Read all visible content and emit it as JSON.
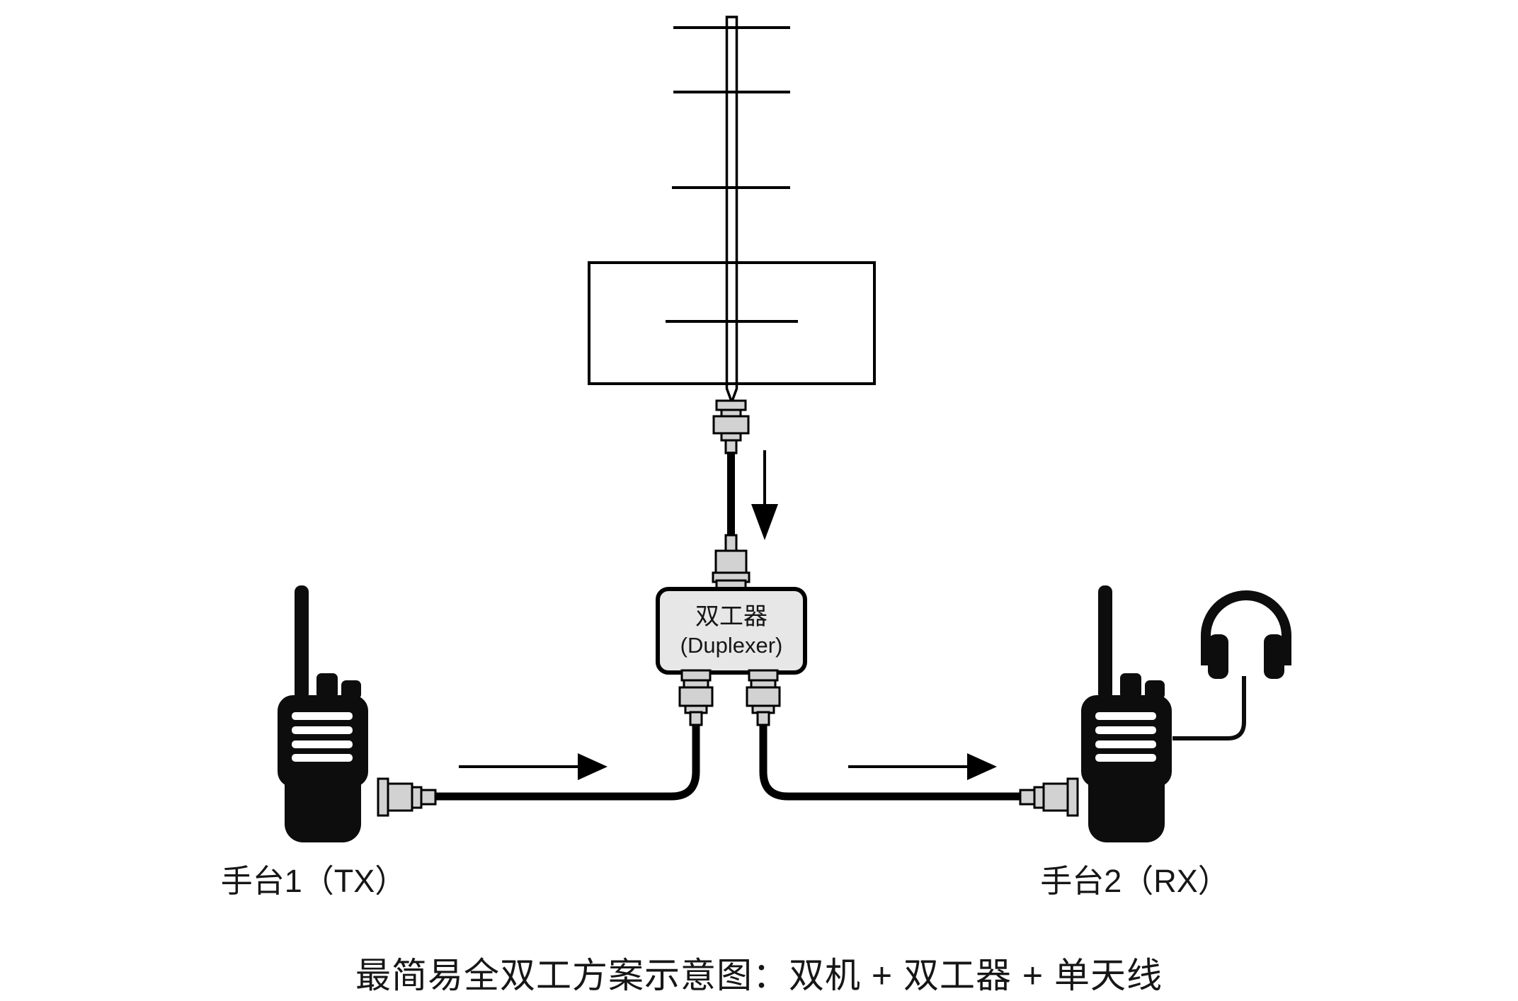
{
  "diagram": {
    "colors": {
      "background": "#ffffff",
      "line": "#000000",
      "silhouette": "#0d0d0d",
      "duplexer_fill": "#e7e7e7",
      "connector_fill": "#d2d2d2"
    },
    "duplexer": {
      "label_cn": "双工器",
      "label_en": "(Duplexer)"
    },
    "radio1": {
      "label": "手台1（TX）"
    },
    "radio2": {
      "label": "手台2（RX）"
    },
    "caption": "最简易全双工方案示意图：双机 + 双工器 + 单天线"
  }
}
